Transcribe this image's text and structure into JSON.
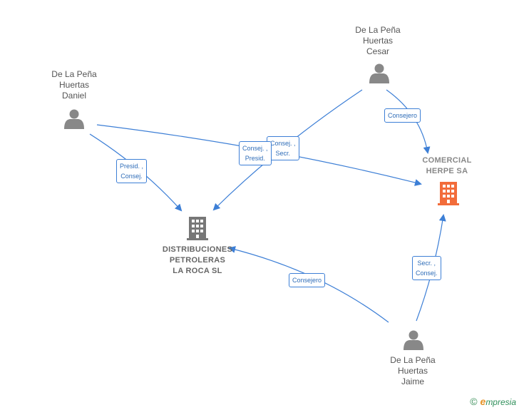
{
  "persons": {
    "daniel": {
      "lines": [
        "De La Peña",
        "Huertas",
        "Daniel"
      ],
      "icon": "person-icon"
    },
    "cesar": {
      "lines": [
        "De La Peña",
        "Huertas",
        "Cesar"
      ],
      "icon": "person-icon"
    },
    "jaime": {
      "lines": [
        "De La Peña",
        "Huertas",
        "Jaime"
      ],
      "icon": "person-icon"
    }
  },
  "companies": {
    "herpe": {
      "lines": [
        "COMERCIAL",
        "HERPE SA"
      ],
      "icon": "building-icon",
      "color": "#f26c3a"
    },
    "distribuciones": {
      "lines": [
        "DISTRIBUCIONES",
        "PETROLERAS",
        "LA ROCA SL"
      ],
      "icon": "building-icon",
      "color": "#777777"
    }
  },
  "edges": {
    "daniel_dist": [
      "Presid. ,",
      "Consej."
    ],
    "daniel_herpe": [
      "Consej. ,",
      "Presid."
    ],
    "cesar_dist": [
      "Consej. ,",
      "Secr."
    ],
    "cesar_herpe": [
      "Consejero"
    ],
    "jaime_dist": [
      "Consejero"
    ],
    "jaime_herpe": [
      "Secr. ,",
      "Consej."
    ]
  },
  "colors": {
    "edge": "#3d7fd6",
    "person": "#888888"
  },
  "footer": {
    "copyright": "©",
    "brand_initial": "e",
    "brand_rest": "mpresia"
  }
}
